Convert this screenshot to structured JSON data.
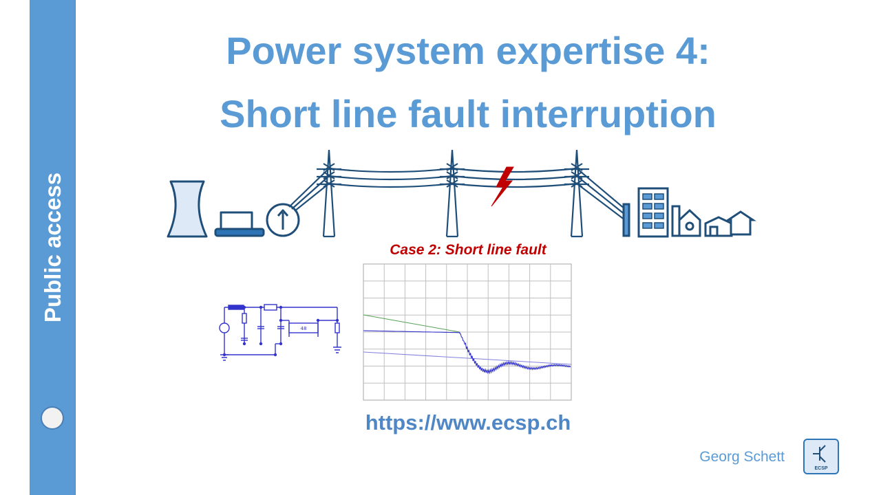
{
  "sidebar": {
    "label": "Public access"
  },
  "title": {
    "line1": "Power system expertise 4:",
    "line2": "Short line fault interruption"
  },
  "case_title": "Case 2: Short line fault",
  "circuit": {
    "cable_label": "48"
  },
  "url": "https://www.ecsp.ch",
  "author": "Georg Schett",
  "logo": {
    "text": "ECSP",
    "icon": "transistor-icon"
  },
  "colors": {
    "accent": "#5b9bd5",
    "grid_line": "#1f4e79",
    "fault": "#c00000",
    "plot_blue": "#3333cc",
    "plot_green": "#55a055",
    "plot_purple": "#8080dd"
  }
}
